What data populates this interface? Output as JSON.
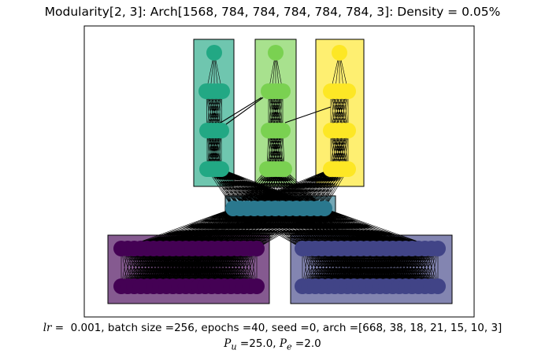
{
  "title": "Modularity[2, 3]: Arch[1568, 784, 784, 784, 784, 784, 3]: Density = 0.05%",
  "caption": {
    "line1": "lr =  0.001, batch size =256, epochs =40, seed =0, arch =[668, 38, 18, 21, 15, 10, 3]",
    "line2": "P_u =25.0, P_e =2.0"
  },
  "colors": {
    "module_green": "#22a884",
    "module_lime": "#7ad151",
    "module_yellow": "#fde725",
    "shared_teal": "#2a788e",
    "input_purple": "#440154",
    "input_indigo": "#414487",
    "edge": "#000000"
  }
}
